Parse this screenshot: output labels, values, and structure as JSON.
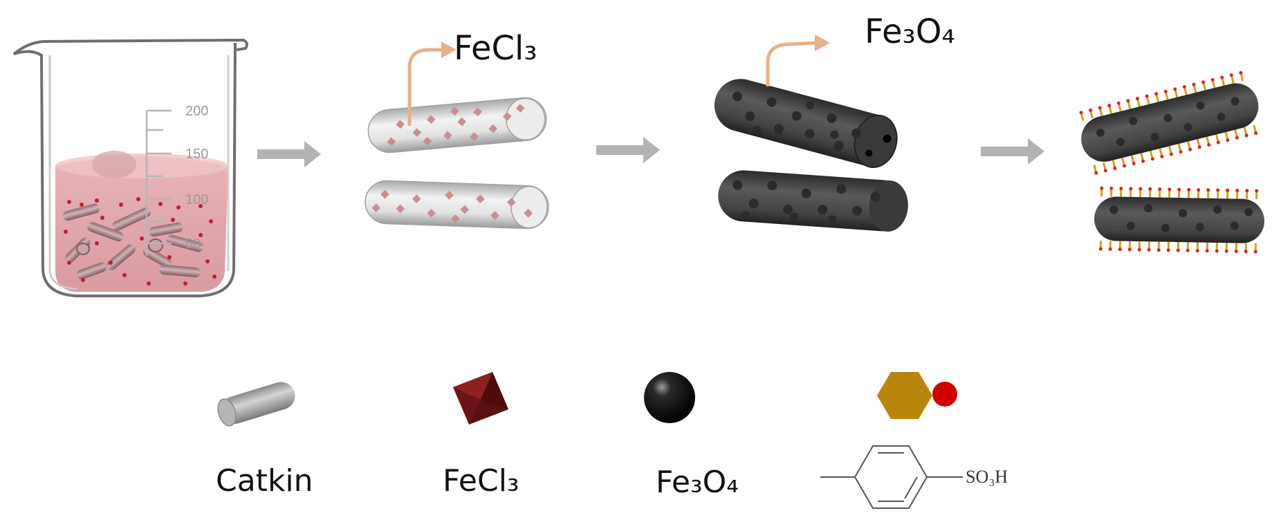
{
  "process": {
    "beaker_ticks": [
      "200",
      "150",
      "100",
      "50"
    ],
    "step2_label": "FeCl₃",
    "step3_label": "Fe₃O₄"
  },
  "legend": {
    "catkin": "Catkin",
    "fecl3": "FeCl₃",
    "fe3o4": "Fe₃O₄",
    "group_formula": "SO₃H"
  },
  "colors": {
    "liquid": "#e3a3aa",
    "fecl3_dot": "#9e5a5a",
    "fe3o4": "#3c3c3c",
    "arrow_gray": "#b3b3b3",
    "arrow_orange": "#e7b08a",
    "hexagon": "#b8860b",
    "sulfonic_red": "#d10000"
  }
}
